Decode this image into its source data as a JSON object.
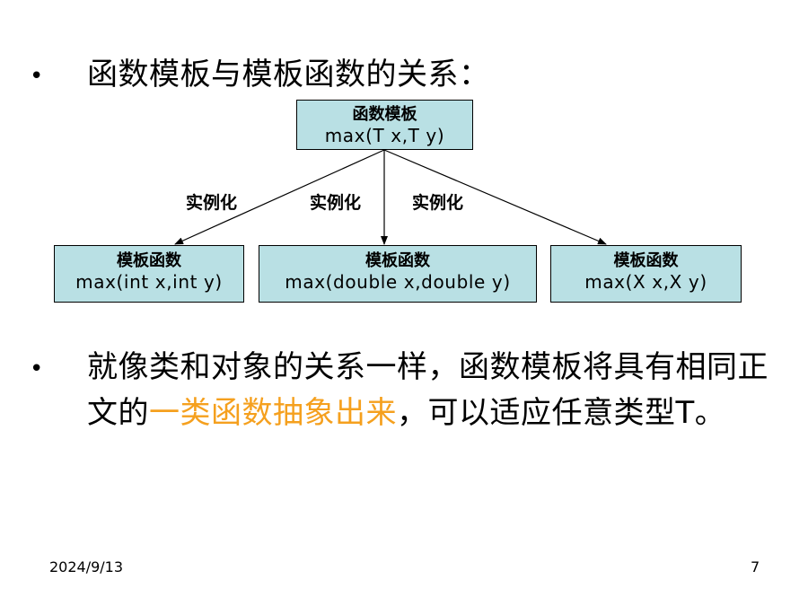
{
  "bullets": [
    {
      "text": "函数模板与模板函数的关系："
    },
    {
      "text_before": "就像类和对象的关系一样，函数模板将具有相同正文的",
      "text_highlight": "一类函数抽象出来",
      "text_after": "，可以适应任意类型T。"
    }
  ],
  "diagram": {
    "root": {
      "title": "函数模板",
      "signature": "max(T x,T y)"
    },
    "children": [
      {
        "title": "模板函数",
        "signature": "max(int x,int y)"
      },
      {
        "title": "模板函数",
        "signature": "max(double x,double y)"
      },
      {
        "title": "模板函数",
        "signature": "max(X x,X y)"
      }
    ],
    "edge_labels": [
      "实例化",
      "实例化",
      "实例化"
    ]
  },
  "colors": {
    "node_fill": "#b9e0e4",
    "highlight": "#f5a01e"
  },
  "footer": {
    "date": "2024/9/13",
    "page": "7"
  }
}
